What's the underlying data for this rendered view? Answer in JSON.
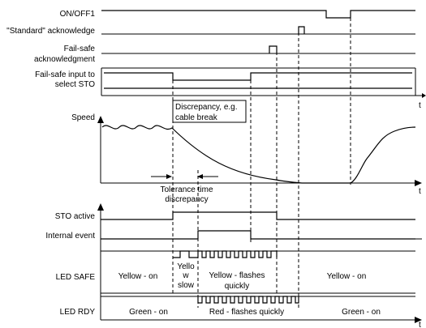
{
  "signals": {
    "on_off1": "ON/OFF1",
    "standard_ack": "\"Standard\" acknowledge",
    "failsafe_ack_line1": "Fail-safe",
    "failsafe_ack_line2": "acknowledgment",
    "failsafe_input_line1": "Fail-safe input to",
    "failsafe_input_line2": "select STO",
    "speed": "Speed",
    "sto_active": "STO active",
    "internal_event": "Internal event",
    "led_safe": "LED SAFE",
    "led_rdy": "LED RDY"
  },
  "axis": {
    "time_symbol": "t"
  },
  "annotations": {
    "discrepancy_line1": "Discrepancy, e.g.",
    "discrepancy_line2": "cable break",
    "tolerance_line1": "Tolerance time",
    "tolerance_line2": "discrepancy"
  },
  "led_safe_states": {
    "yellow_on_left": "Yellow - on",
    "yellow_slow_1": "Yello",
    "yellow_slow_2": "w",
    "yellow_slow_3": "slow",
    "yellow_flash_1": "Yellow - flashes",
    "yellow_flash_2": "quickly",
    "yellow_on_right": "Yellow - on"
  },
  "led_rdy_states": {
    "green_on_left": "Green - on",
    "red_flash": "Red - flashes quickly",
    "green_on_right": "Green - on"
  }
}
